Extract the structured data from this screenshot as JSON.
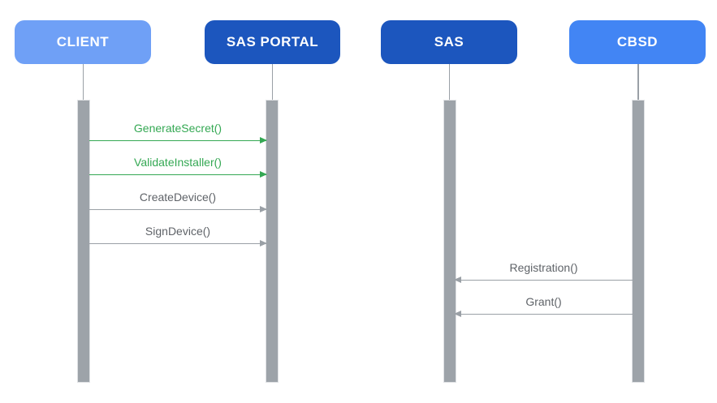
{
  "actors": [
    {
      "id": "client",
      "label": "CLIENT",
      "color": "#6FA0F6"
    },
    {
      "id": "sas-portal",
      "label": "SAS PORTAL",
      "color": "#1C56BE"
    },
    {
      "id": "sas",
      "label": "SAS",
      "color": "#1C56BE"
    },
    {
      "id": "cbsd",
      "label": "CBSD",
      "color": "#4285F4"
    }
  ],
  "messages": [
    {
      "label": "GenerateSecret()",
      "from": "client",
      "to": "sas-portal",
      "direction": "right",
      "color": "#34A853"
    },
    {
      "label": "ValidateInstaller()",
      "from": "client",
      "to": "sas-portal",
      "direction": "right",
      "color": "#34A853"
    },
    {
      "label": "CreateDevice()",
      "from": "client",
      "to": "sas-portal",
      "direction": "right",
      "color": "#9AA0A6"
    },
    {
      "label": "SignDevice()",
      "from": "client",
      "to": "sas-portal",
      "direction": "right",
      "color": "#9AA0A6"
    },
    {
      "label": "Registration()",
      "from": "cbsd",
      "to": "sas",
      "direction": "left",
      "color": "#9AA0A6"
    },
    {
      "label": "Grant()",
      "from": "cbsd",
      "to": "sas",
      "direction": "left",
      "color": "#9AA0A6"
    }
  ],
  "colors": {
    "background": "#FFFFFF",
    "message_green": "#34A853",
    "message_gray_line": "#9AA0A6",
    "message_gray_text": "#5F6368",
    "lifeline": "#9AA0A6",
    "activation_bar": "#9DA3A9"
  }
}
